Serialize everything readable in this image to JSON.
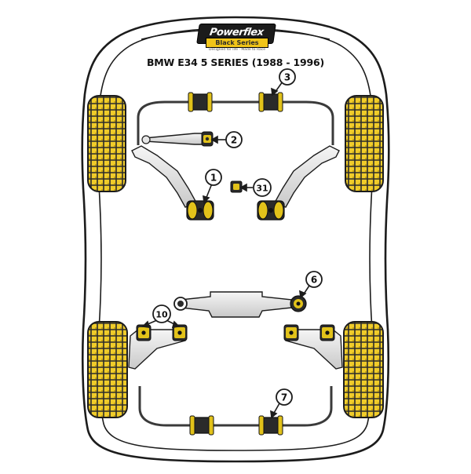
{
  "logo": {
    "brand": "Powerflex",
    "line": "Black Series",
    "tagline": "Designed for life · Made to Race"
  },
  "title": "BMW E34 5 SERIES (1988 - 1996)",
  "callouts": {
    "c1": "1",
    "c2": "2",
    "c3": "3",
    "c31": "31",
    "c6": "6",
    "c7": "7",
    "c10": "10"
  },
  "colors": {
    "bushing": "#2a2a2a",
    "bushing_accent": "#e2c21a",
    "tyre_fill": "#f0cc2a",
    "outline": "#1c1c1c",
    "arm_fill": "#e6e6e6"
  }
}
